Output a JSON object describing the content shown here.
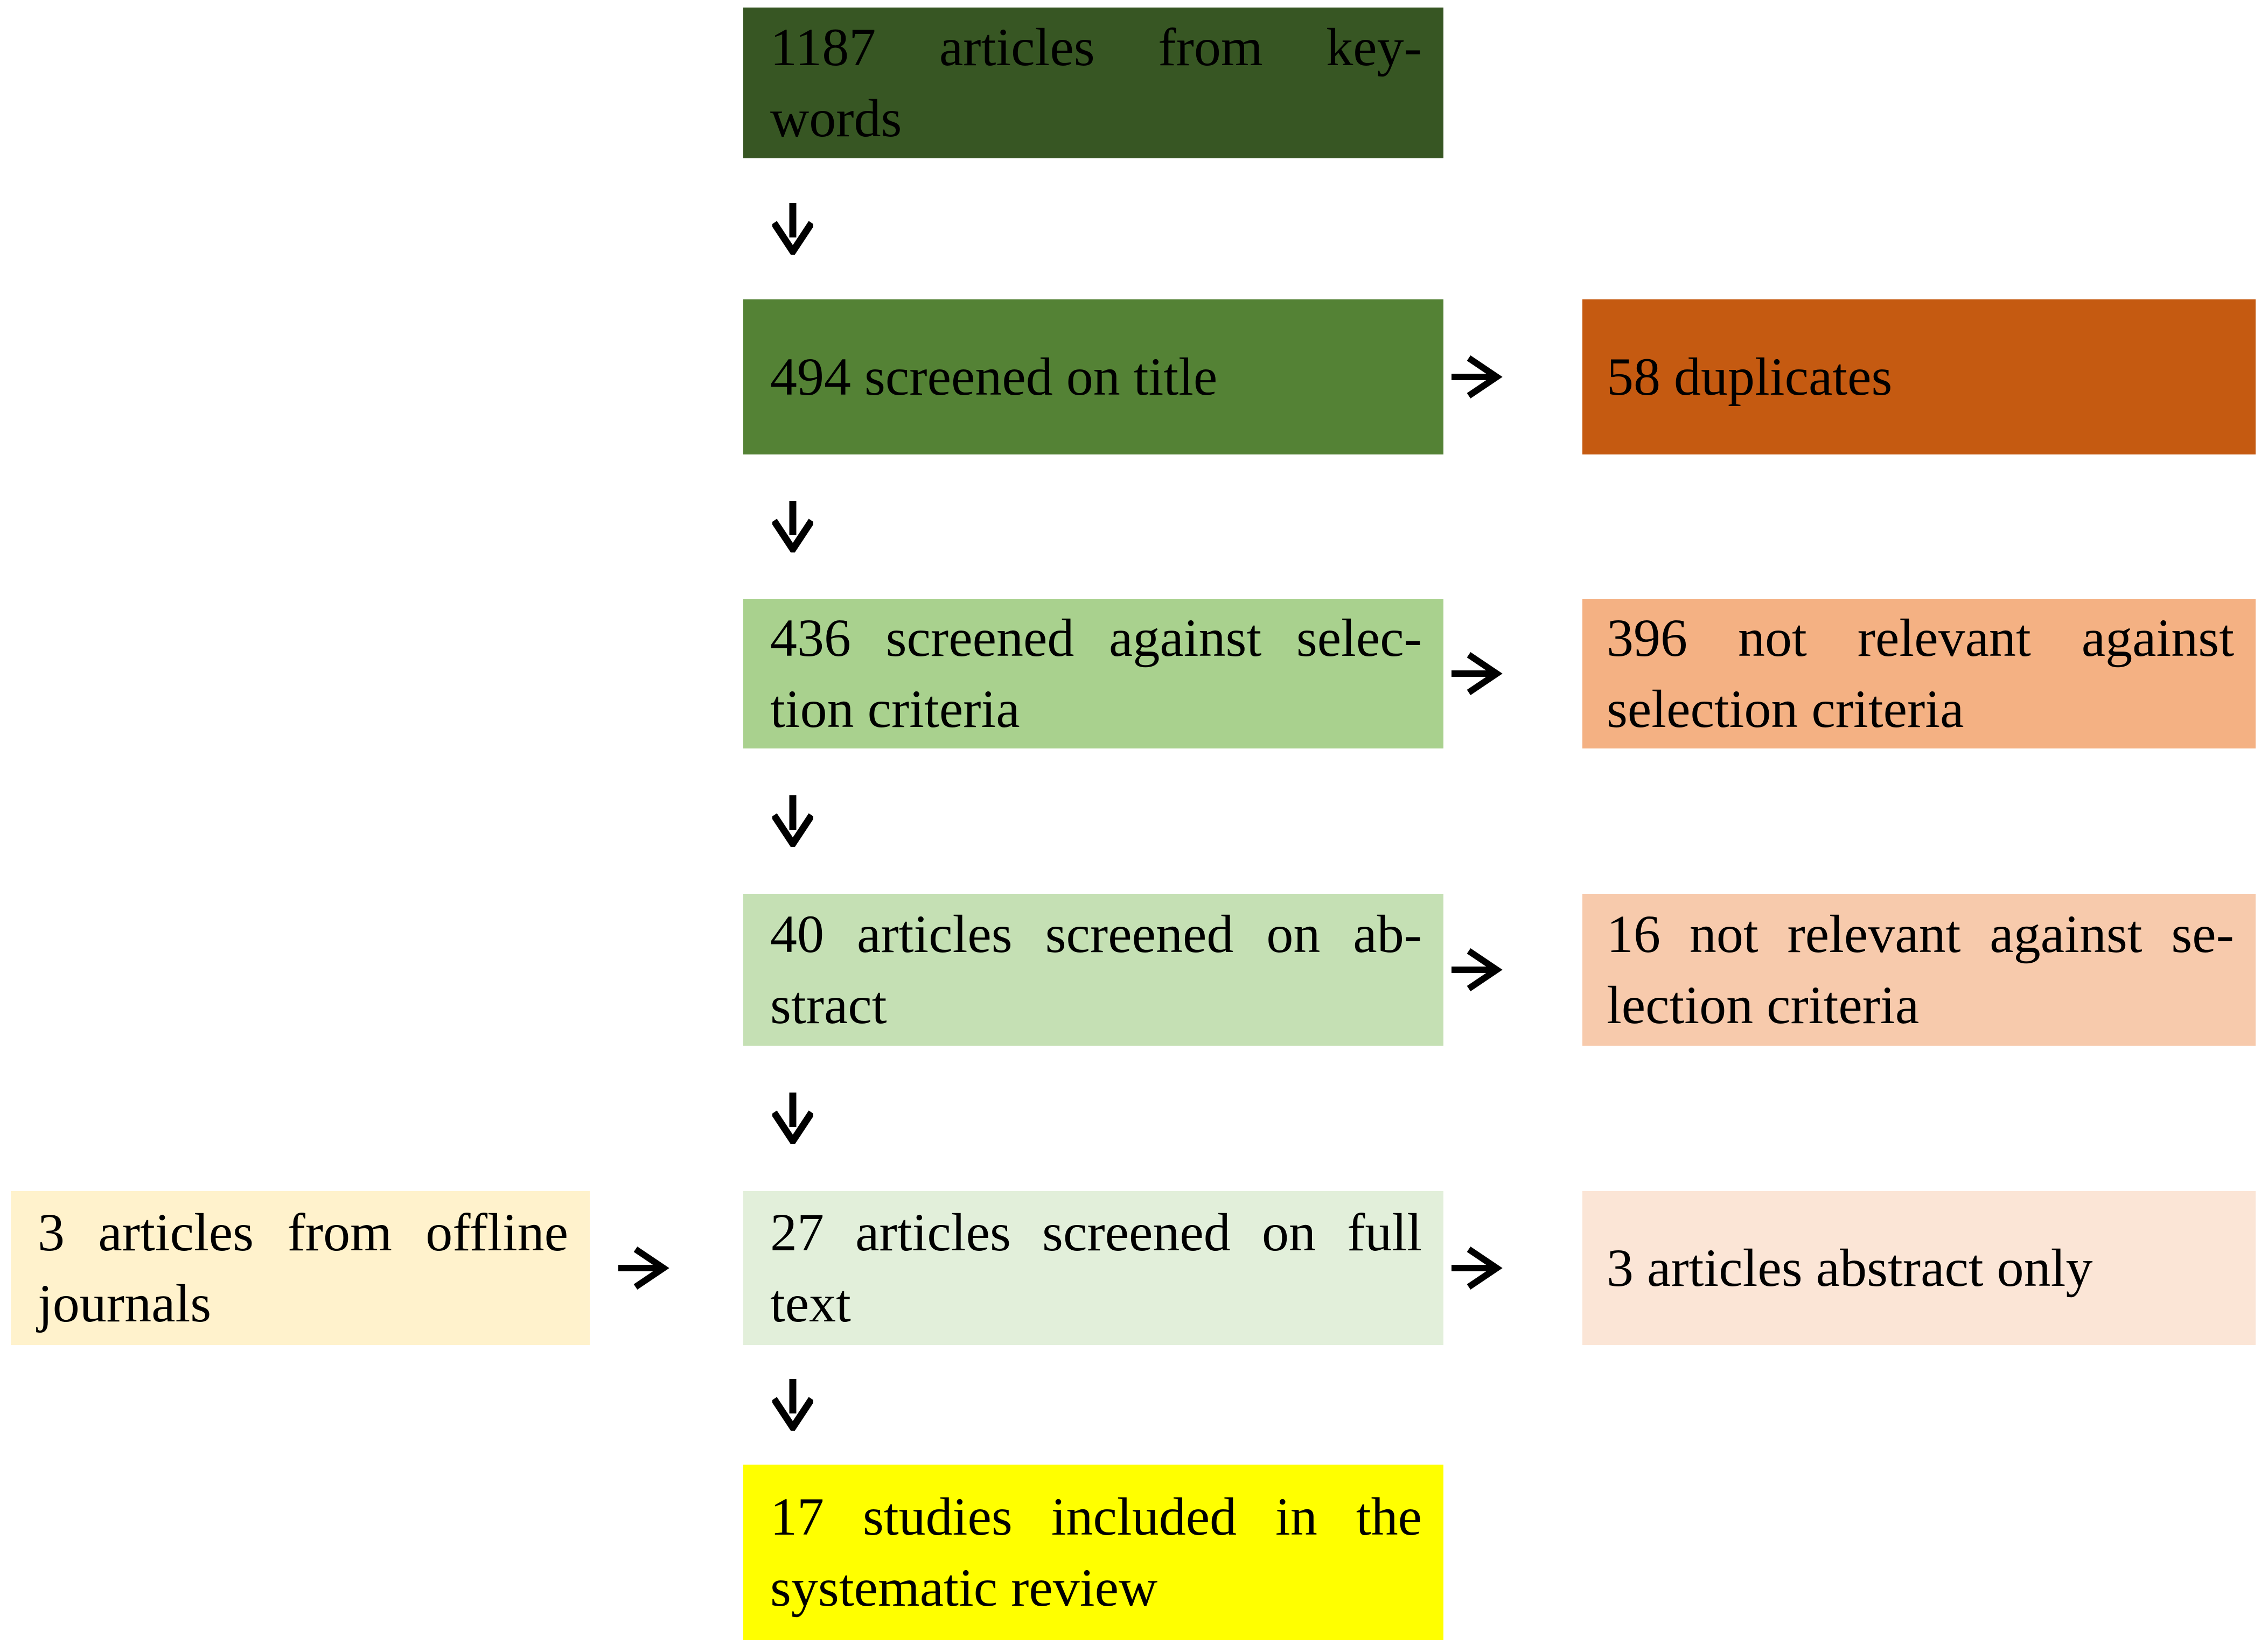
{
  "flow": {
    "boxes": {
      "keywords": {
        "lines": [
          "1187 articles from key-",
          "words"
        ],
        "color": "#375623"
      },
      "screened_title": {
        "lines": [
          "494 screened on title"
        ],
        "color": "#548235"
      },
      "duplicates": {
        "lines": [
          "58 duplicates"
        ],
        "color": "#C55A11"
      },
      "screened_criteria": {
        "lines": [
          "436 screened against selec-",
          "tion criteria"
        ],
        "color": "#A9D18E"
      },
      "not_relevant_criteria": {
        "lines": [
          "396 not relevant against",
          "selection criteria"
        ],
        "color": "#F4B183"
      },
      "screened_abstract": {
        "lines": [
          "40 articles screened on ab-",
          "stract"
        ],
        "color": "#C5E0B4"
      },
      "not_relevant_abstract": {
        "lines": [
          "16 not relevant against se-",
          "lection criteria"
        ],
        "color": "#F7CAAC"
      },
      "offline_journals": {
        "lines": [
          "3 articles from offline",
          "journals"
        ],
        "color": "#FFF2CC"
      },
      "screened_fulltext": {
        "lines": [
          "27 articles screened on full",
          "text"
        ],
        "color": "#E2EFDA"
      },
      "abstract_only": {
        "lines": [
          "3 articles abstract only"
        ],
        "color": "#FBE5D6"
      },
      "included": {
        "lines": [
          "17 studies included in the",
          "systematic review"
        ],
        "color": "#FFFF00"
      }
    },
    "text_color": "#000000",
    "background_color": "#FFFFFF"
  }
}
